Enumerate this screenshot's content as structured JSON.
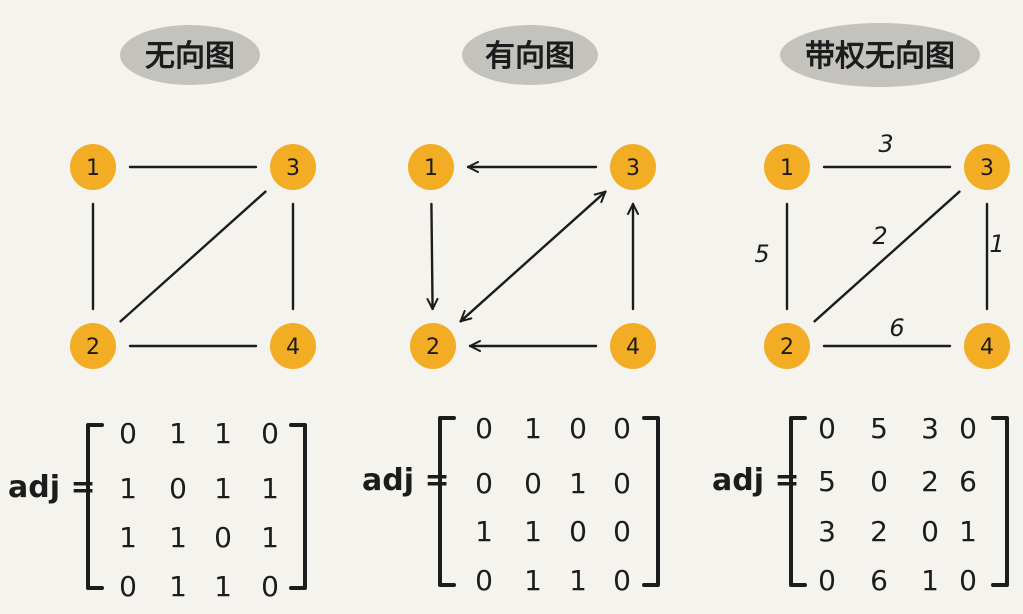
{
  "colors": {
    "background": "#f5f3ee",
    "title_blob": "#c4c2bd",
    "node_fill": "#f2ad24",
    "ink": "#1c1c1c"
  },
  "panels": [
    {
      "title": "无向图",
      "type": "undirected",
      "nodes": [
        {
          "id": "1",
          "label": "1"
        },
        {
          "id": "2",
          "label": "2"
        },
        {
          "id": "3",
          "label": "3"
        },
        {
          "id": "4",
          "label": "4"
        }
      ],
      "edges": [
        {
          "from": "1",
          "to": "3"
        },
        {
          "from": "1",
          "to": "2"
        },
        {
          "from": "2",
          "to": "3"
        },
        {
          "from": "3",
          "to": "4"
        },
        {
          "from": "2",
          "to": "4"
        }
      ],
      "matrix_label": "adj =",
      "matrix": [
        [
          "0",
          "1",
          "1",
          "0"
        ],
        [
          "1",
          "0",
          "1",
          "1"
        ],
        [
          "1",
          "1",
          "0",
          "1"
        ],
        [
          "0",
          "1",
          "1",
          "0"
        ]
      ]
    },
    {
      "title": "有向图",
      "type": "directed",
      "nodes": [
        {
          "id": "1",
          "label": "1"
        },
        {
          "id": "2",
          "label": "2"
        },
        {
          "id": "3",
          "label": "3"
        },
        {
          "id": "4",
          "label": "4"
        }
      ],
      "edges": [
        {
          "from": "3",
          "to": "1",
          "arrow": "end"
        },
        {
          "from": "1",
          "to": "2",
          "arrow": "end"
        },
        {
          "from": "2",
          "to": "3",
          "arrow": "both"
        },
        {
          "from": "4",
          "to": "3",
          "arrow": "end"
        },
        {
          "from": "4",
          "to": "2",
          "arrow": "end"
        }
      ],
      "matrix_label": "adj =",
      "matrix": [
        [
          "0",
          "1",
          "0",
          "0"
        ],
        [
          "0",
          "0",
          "1",
          "0"
        ],
        [
          "1",
          "1",
          "0",
          "0"
        ],
        [
          "0",
          "1",
          "1",
          "0"
        ]
      ]
    },
    {
      "title": "带权无向图",
      "type": "weighted",
      "nodes": [
        {
          "id": "1",
          "label": "1"
        },
        {
          "id": "2",
          "label": "2"
        },
        {
          "id": "3",
          "label": "3"
        },
        {
          "id": "4",
          "label": "4"
        }
      ],
      "edges": [
        {
          "from": "1",
          "to": "3",
          "weight": "3"
        },
        {
          "from": "1",
          "to": "2",
          "weight": "5"
        },
        {
          "from": "2",
          "to": "3",
          "weight": "2"
        },
        {
          "from": "3",
          "to": "4",
          "weight": "1"
        },
        {
          "from": "2",
          "to": "4",
          "weight": "6"
        }
      ],
      "matrix_label": "adj =",
      "matrix": [
        [
          "0",
          "5",
          "3",
          "0"
        ],
        [
          "5",
          "0",
          "2",
          "6"
        ],
        [
          "3",
          "2",
          "0",
          "1"
        ],
        [
          "0",
          "6",
          "1",
          "0"
        ]
      ]
    }
  ]
}
